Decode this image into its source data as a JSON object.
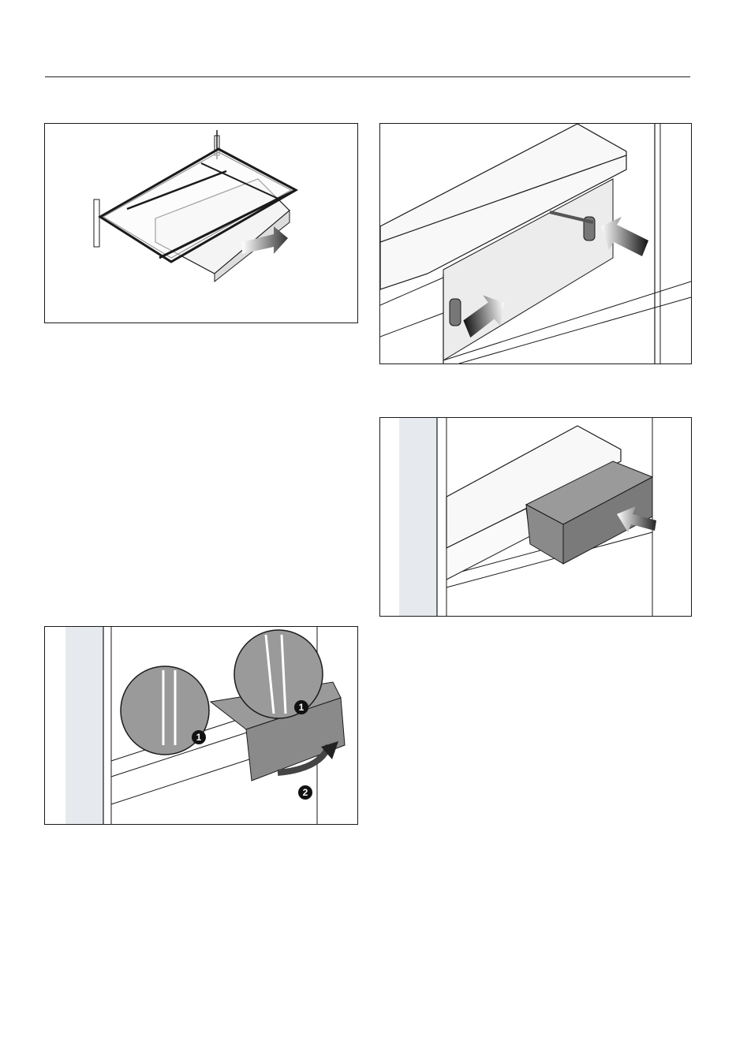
{
  "page": {
    "figures": [
      {
        "id": "fig-1",
        "icons": [
          "shelf-with-drawer-illustration",
          "push-arrow-icon"
        ]
      },
      {
        "id": "fig-2",
        "icons": [
          "drawer-rails-illustration",
          "push-arrow-icon"
        ]
      },
      {
        "id": "fig-3",
        "icons": [
          "insert-drawer-illustration",
          "push-arrow-icon"
        ]
      },
      {
        "id": "fig-4",
        "icons": [
          "remove-drawer-illustration",
          "lift-arrow-icon",
          "zoom-detail-icon"
        ]
      }
    ],
    "step_markers": {
      "step1": "1",
      "step2": "2"
    },
    "colors": {
      "line": "#1a1a1a",
      "drawer_gray": "#8a8a8a",
      "panel_gray": "#e6eaee"
    }
  }
}
